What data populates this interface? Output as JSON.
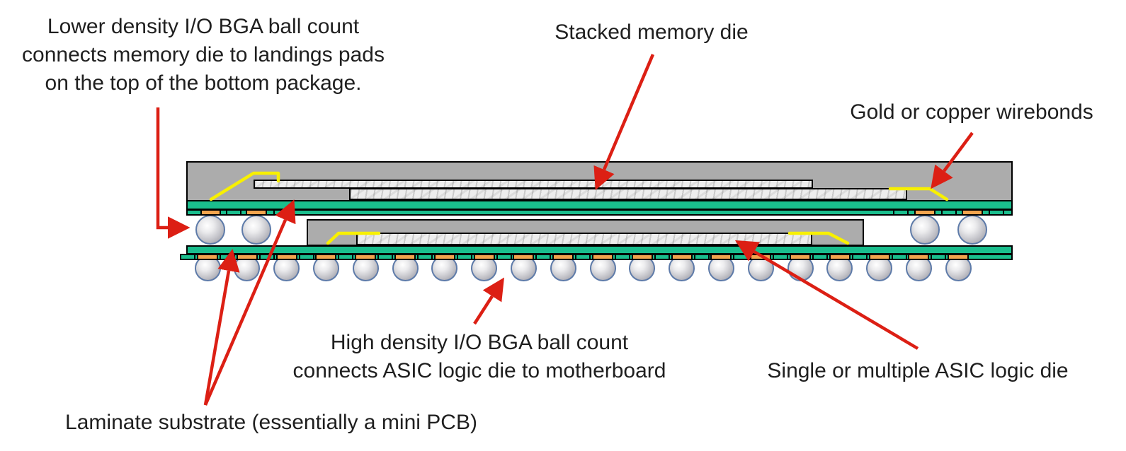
{
  "labels": {
    "lower_density": {
      "lines": [
        "Lower density I/O BGA ball count",
        "connects memory die to landings pads",
        "on the top of the bottom package."
      ]
    },
    "stacked_memory": {
      "lines": [
        "Stacked memory die"
      ]
    },
    "wirebonds": {
      "lines": [
        "Gold or copper wirebonds"
      ]
    },
    "high_density": {
      "lines": [
        "High density I/O BGA ball count",
        "connects ASIC logic die to motherboard"
      ]
    },
    "asic_die": {
      "lines": [
        "Single or multiple ASIC logic die"
      ]
    },
    "laminate": {
      "lines": [
        "Laminate substrate (essentially a mini PCB)"
      ]
    }
  },
  "diagram": {
    "type": "package-on-package cross-section",
    "top_package": {
      "memory_die_count": 2,
      "interposer_ball_count": 4,
      "wirebond_count": 2
    },
    "bottom_package": {
      "asic_die_count": 1,
      "bga_ball_count": 20,
      "wirebond_count": 2
    },
    "colors": {
      "mold_gray": "#ACACAC",
      "die_silicon": "#EDEDED",
      "substrate_green": "#1ABE8D",
      "pad_orange": "#F2A44E",
      "ball_outline_blue": "#5E7BA9",
      "wirebond_yellow": "#F8F000",
      "arrow_red": "#DC1F14",
      "text": "#1F1F1F"
    }
  }
}
